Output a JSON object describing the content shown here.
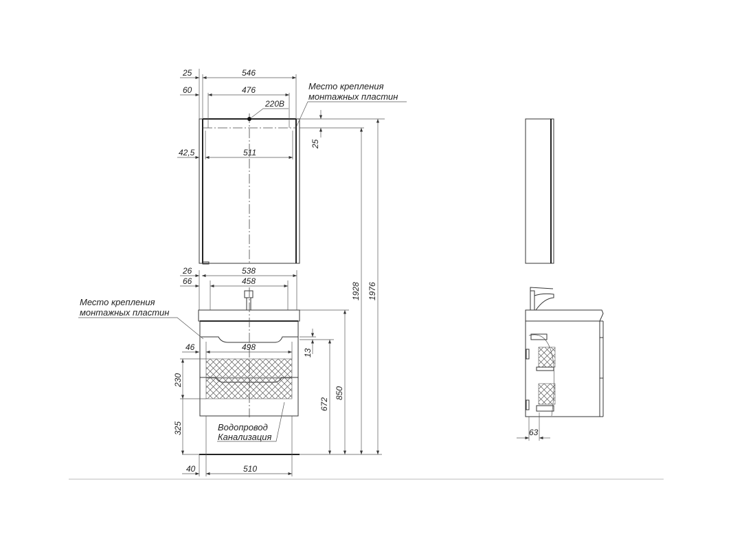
{
  "mirror_front": {
    "dims": {
      "offset_outer": "25",
      "width_outer": "546",
      "offset_inner": "60",
      "width_inner": "476",
      "offset_light": "42,5",
      "width_light": "511",
      "top_offset": "25"
    },
    "power_label": "220В",
    "mount_label_line1": "Место крепления",
    "mount_label_line2": "монтажных пластин"
  },
  "heights": {
    "mirror_mount": "1928",
    "mirror_top": "1976",
    "vanity_top": "850",
    "vanity_mount": "672",
    "gap": "13"
  },
  "vanity_front": {
    "dims": {
      "offset_outer": "26",
      "width_outer": "538",
      "offset_basin": "66",
      "width_basin": "458",
      "offset_body": "46",
      "width_body": "498",
      "drawer_zone": "230",
      "floor_to_pipes": "325",
      "offset_floor": "40",
      "width_floor": "510"
    },
    "mount_label_line1": "Место крепления",
    "mount_label_line2": "монтажных пластин",
    "pipes_line1": "Водопровод",
    "pipes_line2": "Канализация"
  },
  "side_view": {
    "wall_gap": "63"
  }
}
